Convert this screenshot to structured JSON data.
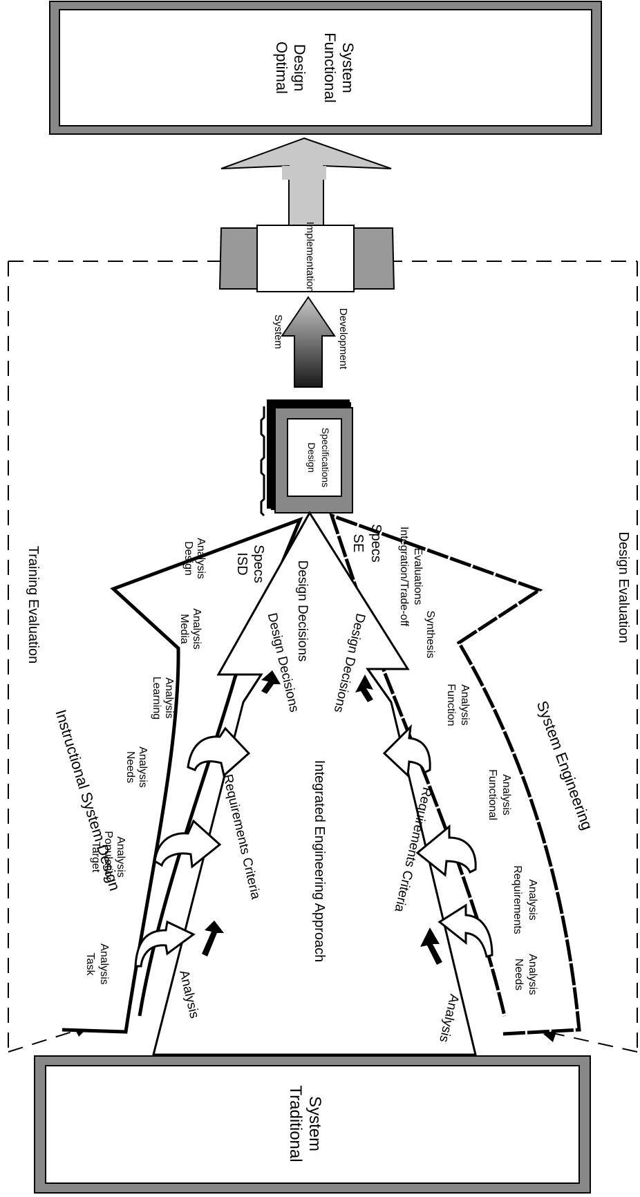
{
  "boxes": {
    "traditional_line1": "Traditional",
    "traditional_line2": "System",
    "optimal_line1": "Optimal",
    "optimal_line2": "Design",
    "optimal_line3": "Functional",
    "optimal_line4": "System",
    "specs_line1": "Design",
    "specs_line2": "Specifications",
    "implementation": "Implementation"
  },
  "arrow_labels": {
    "system_development_1": "System",
    "system_development_2": "Development"
  },
  "evaluation": {
    "training": "Training Evaluation",
    "design": "Design Evaluation"
  },
  "isd": {
    "title": "Instructional System Design",
    "steps": [
      [
        "Task",
        "Analysis"
      ],
      [
        "Target",
        "Population",
        "Analysis"
      ],
      [
        "Needs",
        "Analysis"
      ],
      [
        "Learning",
        "Analysis"
      ],
      [
        "Media",
        "Analysis"
      ],
      [
        "Design",
        "Analysis"
      ]
    ],
    "specs_1": "ISD",
    "specs_2": "Specs"
  },
  "se": {
    "title": "System Engineering",
    "steps": [
      [
        "Needs",
        "Analysis"
      ],
      [
        "Requirements",
        "Analysis"
      ],
      [
        "Functional",
        "Analysis"
      ],
      [
        "Function",
        "Analysis"
      ],
      [
        "Synthesis"
      ],
      [
        "Integration/Trade-off",
        "Evaluations"
      ]
    ],
    "specs_1": "SE",
    "specs_2": "Specs"
  },
  "center": {
    "title": "Integrated Engineering Approach",
    "left_analysis": "Analysis",
    "left_requirements": "Requirements Criteria",
    "left_design": "Design Decisions",
    "right_analysis": "Analysis",
    "right_requirements": "Requirements Criteria",
    "right_design": "Design Decisions",
    "top_design": "Design Decisions"
  },
  "colors": {
    "border": "#000000",
    "frame_gray": "#888888",
    "light_gray": "#c8c8c8",
    "background": "#ffffff"
  }
}
